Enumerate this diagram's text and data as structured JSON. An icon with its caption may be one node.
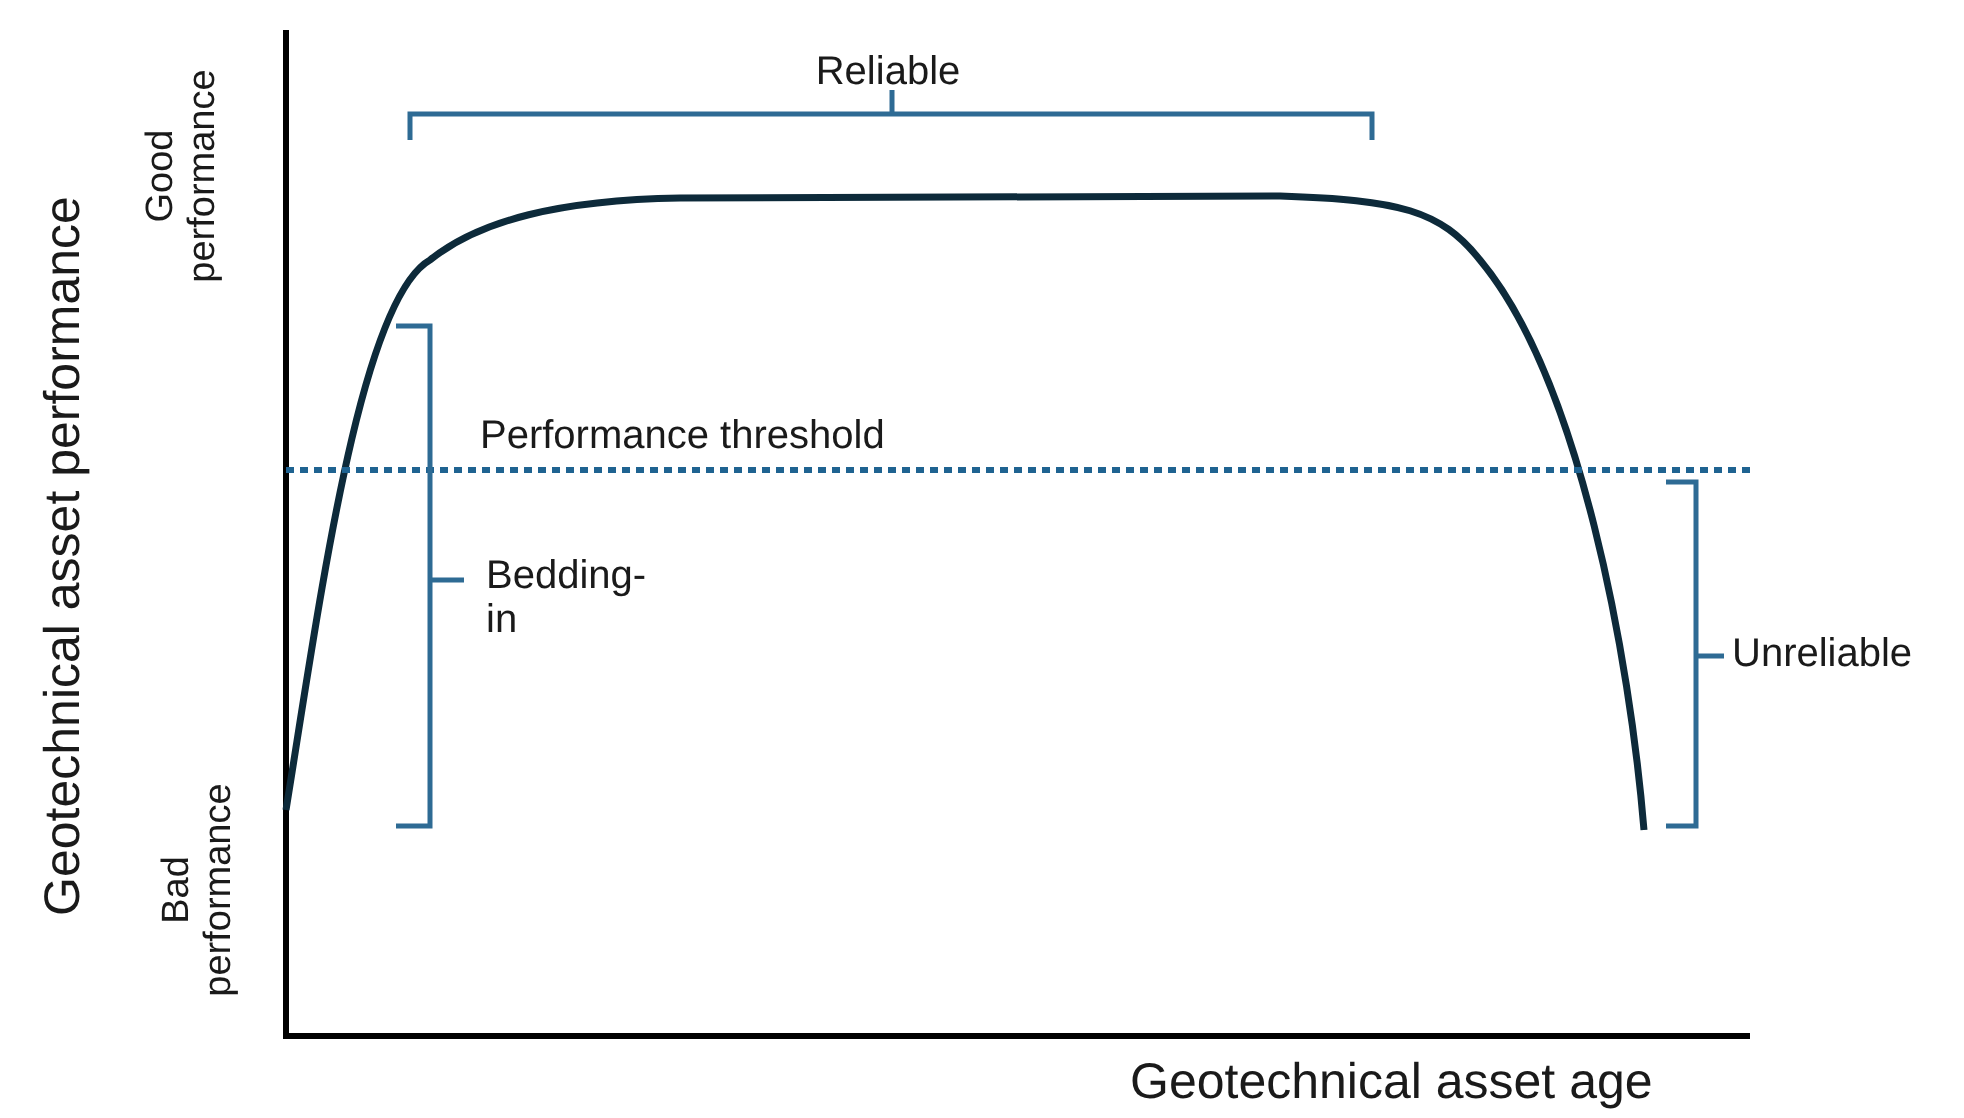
{
  "diagram": {
    "labels": [
      "Reliable",
      "Good performance",
      "Geotechnical asset performance",
      "Performance threshold",
      "Bedding- in",
      "Unreliable",
      "Bad performance",
      "Geotechnical asset age"
    ]
  }
}
